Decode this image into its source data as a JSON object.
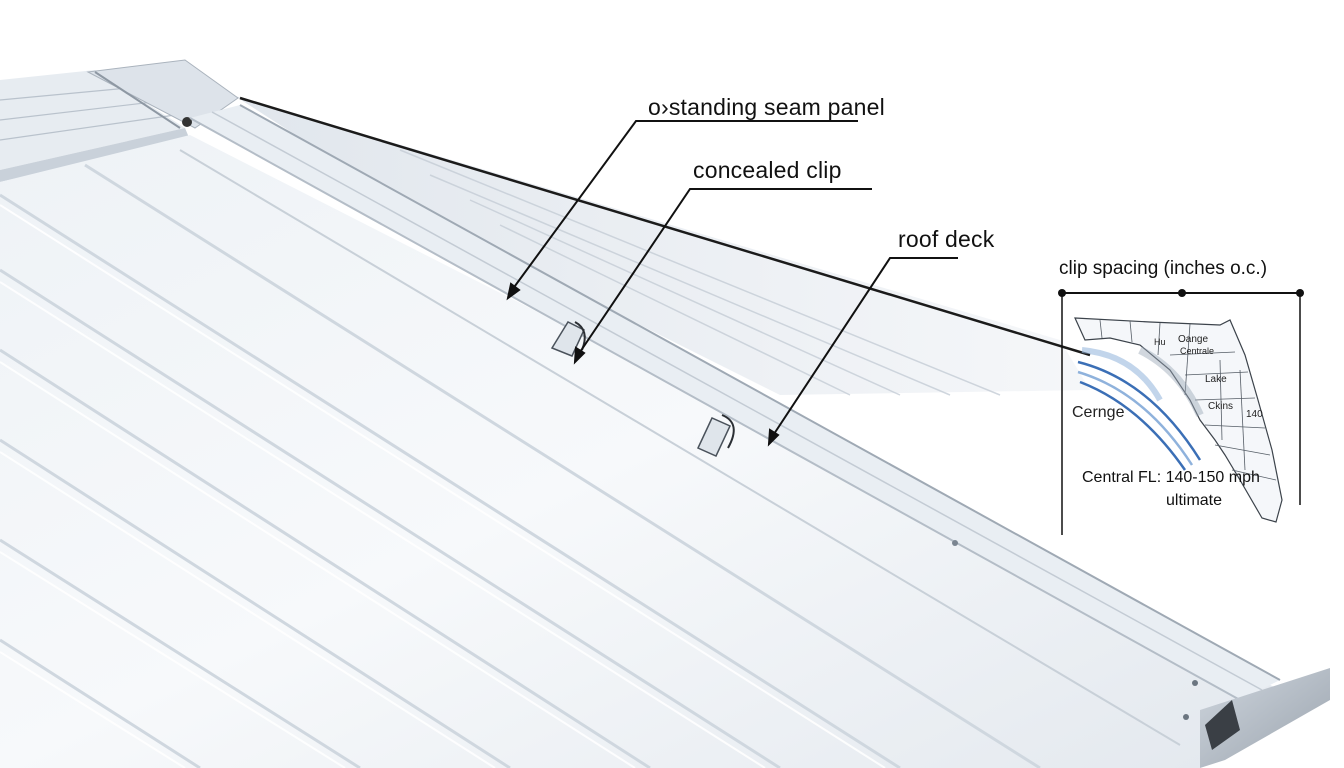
{
  "callouts": {
    "standing_seam_panel": "o›standing seam panel",
    "concealed_clip": "concealed clip",
    "roof_deck": "roof deck"
  },
  "inset": {
    "title": "clip spacing (inches o.c.)",
    "county_labels": [
      "Oange",
      "Centrale",
      "Lake",
      "Ckins",
      "140",
      "Hu"
    ],
    "side_label": "Cernge",
    "caption_line1": "Central FL: 140-150 mph",
    "caption_line2": "ultimate"
  },
  "colors": {
    "background": "#ffffff",
    "panel_light": "#f3f6f9",
    "panel_rib": "#d6dde5",
    "leader_line": "#111111",
    "wind_contour": "#6f97c8"
  }
}
